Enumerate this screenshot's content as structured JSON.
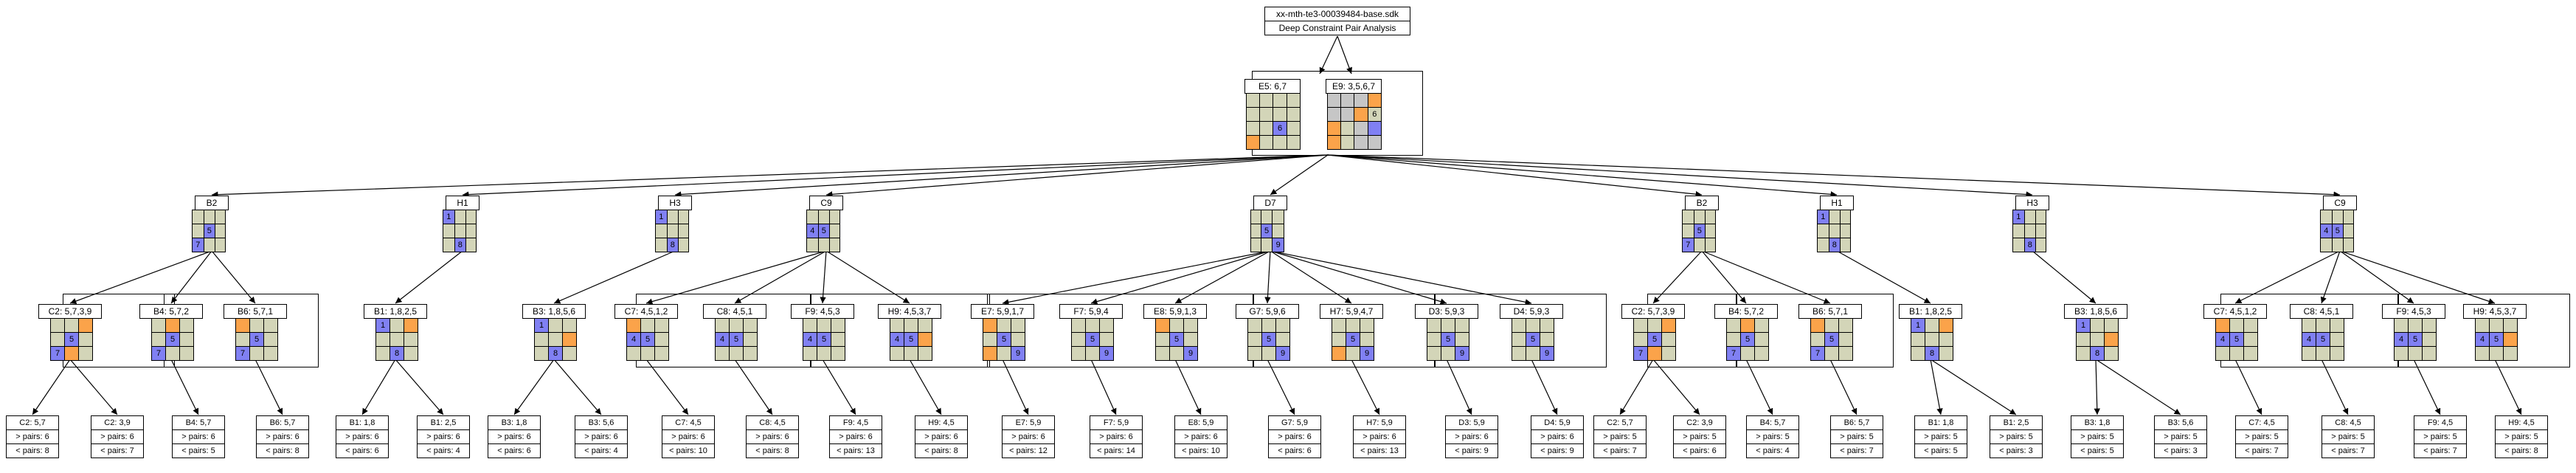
{
  "title": {
    "file": "xx-mth-te3-00039484-base.sdk",
    "subtitle": "Deep Constraint Pair Analysis"
  },
  "colors": {
    "cell": "#d3d5b8",
    "blue": "#8080f3",
    "orange": "#fba34a",
    "grey": "#c6c6c6",
    "line": "#000000"
  },
  "level1": [
    {
      "id": "e5",
      "label": "E5: 6,7",
      "grid": "BBBB BBBB BBPB OBBB"
    },
    {
      "id": "e9",
      "label": "E9: 3,5,6,7",
      "grid": "GGGO GGOB OBGP OBGG"
    }
  ],
  "level2": [
    {
      "id": "b2a",
      "label": "B2",
      "grid": "BBB BPB PBB"
    },
    {
      "id": "h1a",
      "label": "H1",
      "grid": "PBB BBB BPB"
    },
    {
      "id": "h3a",
      "label": "H3",
      "grid": "PBB BBB BPB"
    },
    {
      "id": "c9a",
      "label": "C9",
      "grid": "BBB PPB BBB"
    },
    {
      "id": "d7",
      "label": "D7",
      "grid": "BBB BPB BBP"
    },
    {
      "id": "b2b",
      "label": "B2",
      "grid": "BBB BPB PBB"
    },
    {
      "id": "h1b",
      "label": "H1",
      "grid": "PBB BBB BPB"
    },
    {
      "id": "h3b",
      "label": "H3",
      "grid": "PBB BBB BPB"
    },
    {
      "id": "c9b",
      "label": "C9",
      "grid": "BBB PPB BBB"
    }
  ],
  "level3": [
    {
      "id": "c2a",
      "label": "C2: 5,7,3,9",
      "grid": "BBO BPB POB"
    },
    {
      "id": "b4a",
      "label": "B4: 5,7,2",
      "grid": "BOB BPB PBB"
    },
    {
      "id": "b6a",
      "label": "B6: 5,7,1",
      "grid": "OBB BPB PBB"
    },
    {
      "id": "b1a",
      "label": "B1: 1,8,2,5",
      "grid": "PBO BBB BPB"
    },
    {
      "id": "b3a",
      "label": "B3: 1,8,5,6",
      "grid": "PBB BBO BPB"
    },
    {
      "id": "c7a",
      "label": "C7: 4,5,1,2",
      "grid": "OBB PPB BBB"
    },
    {
      "id": "c8a",
      "label": "C8: 4,5,1",
      "grid": "BBB PPB BBB"
    },
    {
      "id": "f9a",
      "label": "F9: 4,5,3",
      "grid": "BBB PPB BBB"
    },
    {
      "id": "h9a",
      "label": "H9: 4,5,3,7",
      "grid": "BBB PPO BBB"
    },
    {
      "id": "e7",
      "label": "E7: 5,9,1,7",
      "grid": "OBB BPB OBP"
    },
    {
      "id": "f7",
      "label": "F7: 5,9,4",
      "grid": "BBB BPB BBP"
    },
    {
      "id": "e8",
      "label": "E8: 5,9,1,3",
      "grid": "OBB BPB BBP"
    },
    {
      "id": "g7",
      "label": "G7: 5,9,6",
      "grid": "BBB BPB BBP"
    },
    {
      "id": "h7",
      "label": "H7: 5,9,4,7",
      "grid": "BBB BPB OBP"
    },
    {
      "id": "d3",
      "label": "D3: 5,9,3",
      "grid": "BBB BPB BBP"
    },
    {
      "id": "d4",
      "label": "D4: 5,9,3",
      "grid": "BBB BPB BBP"
    },
    {
      "id": "c2b",
      "label": "C2: 5,7,3,9",
      "grid": "BBO BPB POB"
    },
    {
      "id": "b4b",
      "label": "B4: 5,7,2",
      "grid": "BOB BPB PBB"
    },
    {
      "id": "b6b",
      "label": "B6: 5,7,1",
      "grid": "OBB BPB PBB"
    },
    {
      "id": "b1b",
      "label": "B1: 1,8,2,5",
      "grid": "PBO BBB BPB"
    },
    {
      "id": "b3b",
      "label": "B3: 1,8,5,6",
      "grid": "PBB BBO BPB"
    },
    {
      "id": "c7b",
      "label": "C7: 4,5,1,2",
      "grid": "OBB PPB BBB"
    },
    {
      "id": "c8b",
      "label": "C8: 4,5,1",
      "grid": "BBB PPB BBB"
    },
    {
      "id": "f9b",
      "label": "F9: 4,5,3",
      "grid": "BBB PPB BBB"
    },
    {
      "id": "h9b",
      "label": "H9: 4,5,3,7",
      "grid": "BBB PPO BBB"
    }
  ],
  "level4": [
    {
      "id": "l1",
      "label": "C2: 5,7",
      "gt": "> pairs: 6",
      "lt": "< pairs: 8"
    },
    {
      "id": "l2",
      "label": "C2: 3,9",
      "gt": "> pairs: 6",
      "lt": "< pairs: 7"
    },
    {
      "id": "l3",
      "label": "B4: 5,7",
      "gt": "> pairs: 6",
      "lt": "< pairs: 5"
    },
    {
      "id": "l4",
      "label": "B6: 5,7",
      "gt": "> pairs: 6",
      "lt": "< pairs: 8"
    },
    {
      "id": "l5",
      "label": "B1: 1,8",
      "gt": "> pairs: 6",
      "lt": "< pairs: 6"
    },
    {
      "id": "l6",
      "label": "B1: 2,5",
      "gt": "> pairs: 6",
      "lt": "< pairs: 4"
    },
    {
      "id": "l7",
      "label": "B3: 1,8",
      "gt": "> pairs: 6",
      "lt": "< pairs: 6"
    },
    {
      "id": "l8",
      "label": "B3: 5,6",
      "gt": "> pairs: 6",
      "lt": "< pairs: 4"
    },
    {
      "id": "l9",
      "label": "C7: 4,5",
      "gt": "> pairs: 6",
      "lt": "< pairs: 10"
    },
    {
      "id": "l10",
      "label": "C8: 4,5",
      "gt": "> pairs: 6",
      "lt": "< pairs: 8"
    },
    {
      "id": "l11",
      "label": "F9: 4,5",
      "gt": "> pairs: 6",
      "lt": "< pairs: 13"
    },
    {
      "id": "l12",
      "label": "H9: 4,5",
      "gt": "> pairs: 6",
      "lt": "< pairs: 8"
    },
    {
      "id": "l13",
      "label": "E7: 5,9",
      "gt": "> pairs: 6",
      "lt": "< pairs: 12"
    },
    {
      "id": "l14",
      "label": "F7: 5,9",
      "gt": "> pairs: 6",
      "lt": "< pairs: 14"
    },
    {
      "id": "l15",
      "label": "E8: 5,9",
      "gt": "> pairs: 6",
      "lt": "< pairs: 10"
    },
    {
      "id": "l16",
      "label": "G7: 5,9",
      "gt": "> pairs: 6",
      "lt": "< pairs: 6"
    },
    {
      "id": "l17",
      "label": "H7: 5,9",
      "gt": "> pairs: 6",
      "lt": "< pairs: 13"
    },
    {
      "id": "l18",
      "label": "D3: 5,9",
      "gt": "> pairs: 6",
      "lt": "< pairs: 9"
    },
    {
      "id": "l19",
      "label": "D4: 5,9",
      "gt": "> pairs: 6",
      "lt": "< pairs: 9"
    },
    {
      "id": "l20",
      "label": "C2: 5,7",
      "gt": "> pairs: 5",
      "lt": "< pairs: 7"
    },
    {
      "id": "l21",
      "label": "C2: 3,9",
      "gt": "> pairs: 5",
      "lt": "< pairs: 6"
    },
    {
      "id": "l22",
      "label": "B4: 5,7",
      "gt": "> pairs: 5",
      "lt": "< pairs: 4"
    },
    {
      "id": "l23",
      "label": "B6: 5,7",
      "gt": "> pairs: 5",
      "lt": "< pairs: 7"
    },
    {
      "id": "l24",
      "label": "B1: 1,8",
      "gt": "> pairs: 5",
      "lt": "< pairs: 5"
    },
    {
      "id": "l25",
      "label": "B1: 2,5",
      "gt": "> pairs: 5",
      "lt": "< pairs: 3"
    },
    {
      "id": "l26",
      "label": "B3: 1,8",
      "gt": "> pairs: 5",
      "lt": "< pairs: 5"
    },
    {
      "id": "l27",
      "label": "B3: 5,6",
      "gt": "> pairs: 5",
      "lt": "< pairs: 3"
    },
    {
      "id": "l28",
      "label": "C7: 4,5",
      "gt": "> pairs: 5",
      "lt": "< pairs: 7"
    },
    {
      "id": "l29",
      "label": "C8: 4,5",
      "gt": "> pairs: 5",
      "lt": "< pairs: 7"
    },
    {
      "id": "l30",
      "label": "F9: 4,5",
      "gt": "> pairs: 5",
      "lt": "< pairs: 7"
    },
    {
      "id": "l31",
      "label": "H9: 4,5",
      "gt": "> pairs: 5",
      "lt": "< pairs: 8"
    }
  ],
  "cell_values": {
    "e5": {
      "2,2": "6"
    },
    "e9": {
      "1,3": "6"
    },
    "b2a": {
      "1,1": "5",
      "2,0": "7"
    },
    "h1a": {
      "0,0": "1",
      "2,1": "8"
    },
    "h3a": {
      "0,0": "1",
      "2,1": "8"
    },
    "c9a": {
      "1,0": "4",
      "1,1": "5"
    },
    "d7": {
      "1,1": "5",
      "2,2": "9"
    },
    "b2b": {
      "1,1": "5",
      "2,0": "7"
    },
    "h1b": {
      "0,0": "1",
      "2,1": "8"
    },
    "h3b": {
      "0,0": "1",
      "2,1": "8"
    },
    "c9b": {
      "1,0": "4",
      "1,1": "5"
    },
    "c2a": {
      "1,1": "5",
      "2,0": "7"
    },
    "b4a": {
      "1,1": "5",
      "2,0": "7"
    },
    "b6a": {
      "1,1": "5",
      "2,0": "7"
    },
    "b1a": {
      "0,0": "1",
      "2,1": "8"
    },
    "b3a": {
      "0,0": "1",
      "2,1": "8"
    },
    "c7a": {
      "1,0": "4",
      "1,1": "5"
    },
    "c8a": {
      "1,0": "4",
      "1,1": "5"
    },
    "f9a": {
      "1,0": "4",
      "1,1": "5"
    },
    "h9a": {
      "1,0": "4",
      "1,1": "5"
    },
    "e7": {
      "1,1": "5",
      "2,2": "9"
    },
    "f7": {
      "1,1": "5",
      "2,2": "9"
    },
    "e8": {
      "1,1": "5",
      "2,2": "9"
    },
    "g7": {
      "1,1": "5",
      "2,2": "9"
    },
    "h7": {
      "1,1": "5",
      "2,2": "9"
    },
    "d3": {
      "1,1": "5",
      "2,2": "9"
    },
    "d4": {
      "1,1": "5",
      "2,2": "9"
    },
    "c2b": {
      "1,1": "5",
      "2,0": "7"
    },
    "b4b": {
      "1,1": "5",
      "2,0": "7"
    },
    "b6b": {
      "1,1": "5",
      "2,0": "7"
    },
    "b1b": {
      "0,0": "1",
      "2,1": "8"
    },
    "b3b": {
      "0,0": "1",
      "2,1": "8"
    },
    "c7b": {
      "1,0": "4",
      "1,1": "5"
    },
    "c8b": {
      "1,0": "4",
      "1,1": "5"
    },
    "f9b": {
      "1,0": "4",
      "1,1": "5"
    },
    "h9b": {
      "1,0": "4",
      "1,1": "5"
    }
  }
}
